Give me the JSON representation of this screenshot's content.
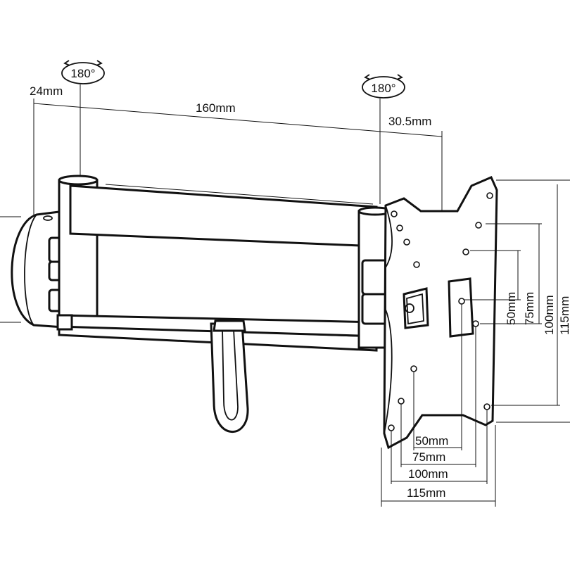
{
  "rotation": {
    "left_label": "180°",
    "right_label": "180°"
  },
  "dimensions": {
    "wall_offset": "24mm",
    "arm_length": "160mm",
    "plate_offset": "30.5mm",
    "horizontal": [
      "50mm",
      "75mm",
      "100mm",
      "115mm"
    ],
    "vertical": [
      "50mm",
      "75mm",
      "100mm",
      "115mm"
    ]
  },
  "colors": {
    "line": "#111111",
    "background": "#ffffff"
  }
}
